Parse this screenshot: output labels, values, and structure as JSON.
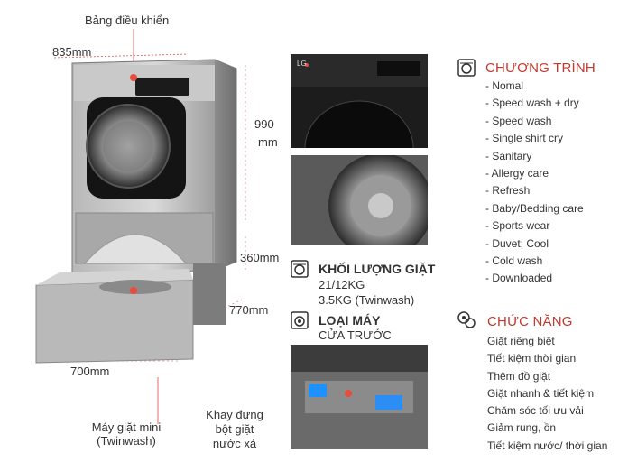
{
  "machine": {
    "control_panel_label": "Bảng điều khiển",
    "width_top": "835mm",
    "height_main_value": "990",
    "height_main_unit": "mm",
    "height_mini": "360mm",
    "depth": "770mm",
    "width_bottom": "700mm",
    "mini_label_line1": "Máy giặt mini",
    "mini_label_line2": "(Twinwash)",
    "tray_label_line1": "Khay đựng",
    "tray_label_line2": "bột giặt",
    "tray_label_line3": "nước xả",
    "brand_mark": "LG"
  },
  "specs": {
    "capacity_title": "KHỐI LƯỢNG GIẶT",
    "capacity_main": "21/12KG",
    "capacity_mini": "3.5KG (Twinwash)",
    "type_title": "LOẠI MÁY",
    "type_value": "CỬA TRƯỚC"
  },
  "programs": {
    "title": "CHƯƠNG TRÌNH",
    "items": [
      "- Nomal",
      "- Speed wash + dry",
      "- Speed wash",
      "- Single shirt cry",
      "- Sanitary",
      "- Allergy care",
      "- Refresh",
      "- Baby/Bedding care",
      "- Sports wear",
      "- Duvet; Cool",
      "- Cold wash",
      "- Downloaded"
    ]
  },
  "functions": {
    "title": "CHỨC NĂNG",
    "items": [
      "Giặt riêng biệt",
      "Tiết kiệm thời gian",
      "Thêm đồ giặt",
      "Giặt nhanh & tiết kiệm",
      "Chăm sóc tối ưu vải",
      "Giảm rung, ồn",
      "Tiết kiệm nước/ thời gian"
    ]
  },
  "colors": {
    "accent": "#c0392b",
    "marker": "#e74c3c",
    "body": "#9a9a9a"
  }
}
